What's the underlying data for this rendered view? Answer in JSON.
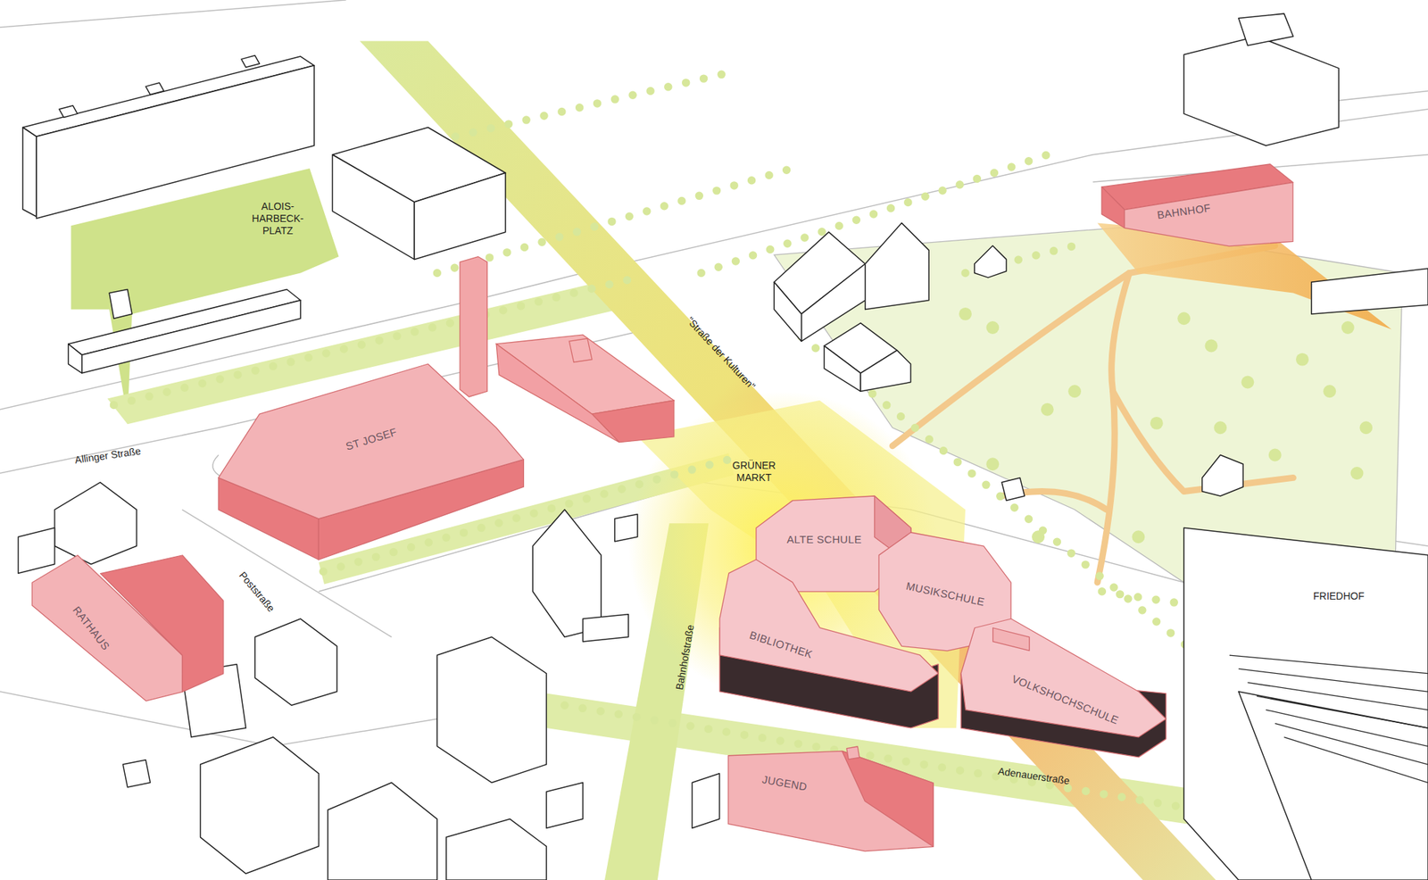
{
  "diagram": {
    "nodes": [
      {
        "text": [
          "BAHNHOF"
        ]
      },
      {
        "text": [
          "ST JOSEF"
        ]
      },
      {
        "text": [
          "ALTE SCHULE"
        ]
      },
      {
        "text": [
          "MUSIKSCHULE"
        ]
      },
      {
        "text": [
          "RATHAUS"
        ]
      },
      {
        "text": [
          "BIBLIOTHEK"
        ]
      },
      {
        "text": [
          "VOLKSHOCHSCHULE"
        ]
      },
      {
        "text": [
          "JUGEND"
        ]
      }
    ],
    "labels": [
      "ALOIS- HARBECK- PLATZ",
      "\"Straße der Kulturen\"",
      "Allinger Straße",
      "GRÜNER MARKT",
      "FRIEDHOF",
      "Poststraße",
      "Bahnhofstraße",
      "Adenauerstraße"
    ]
  }
}
